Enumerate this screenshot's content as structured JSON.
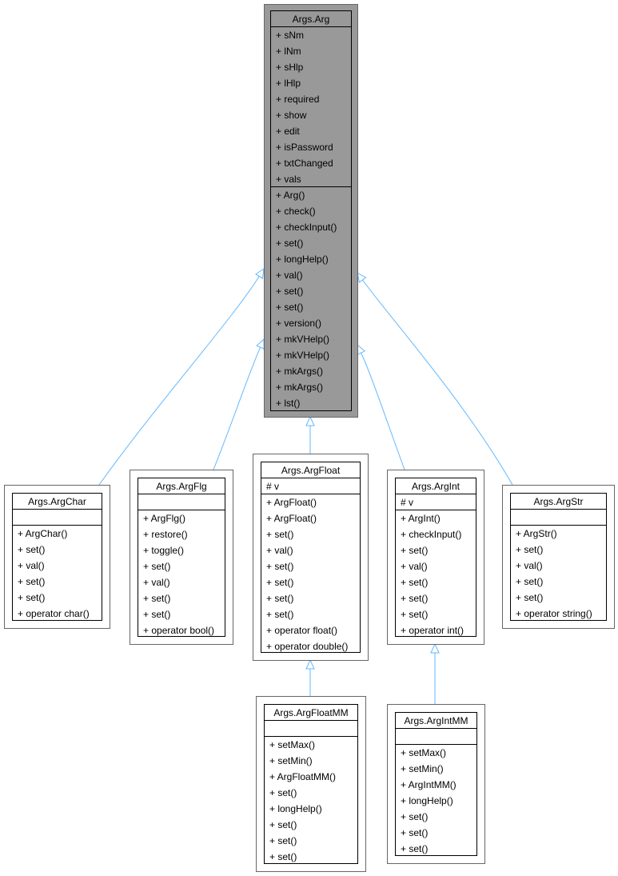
{
  "diagram": {
    "classes": [
      {
        "id": "arg",
        "title": "Args.Arg",
        "highlight": true,
        "attributes": [
          "+ sNm",
          "+ lNm",
          "+ sHlp",
          "+ lHlp",
          "+ required",
          "+ show",
          "+ edit",
          "+ isPassword",
          "+ txtChanged",
          "+ vals"
        ],
        "methods": [
          "+ Arg()",
          "+ check()",
          "+ checkInput()",
          "+ set()",
          "+ longHelp()",
          "+ val()",
          "+ set()",
          "+ set()",
          "+ version()",
          "+ mkVHelp()",
          "+ mkVHelp()",
          "+ mkArgs()",
          "+ mkArgs()",
          "+ lst()"
        ]
      },
      {
        "id": "argchar",
        "title": "Args.ArgChar",
        "attributes": [],
        "methods": [
          "+ ArgChar()",
          "+ set()",
          "+ val()",
          "+ set()",
          "+ set()",
          "+ operator char()"
        ]
      },
      {
        "id": "argflg",
        "title": "Args.ArgFlg",
        "attributes": [],
        "methods": [
          "+ ArgFlg()",
          "+ restore()",
          "+ toggle()",
          "+ set()",
          "+ val()",
          "+ set()",
          "+ set()",
          "+ operator bool()"
        ]
      },
      {
        "id": "argfloat",
        "title": "Args.ArgFloat",
        "attributes": [
          "# v"
        ],
        "methods": [
          "+ ArgFloat()",
          "+ ArgFloat()",
          "+ set()",
          "+ val()",
          "+ set()",
          "+ set()",
          "+ set()",
          "+ set()",
          "+ operator float()",
          "+ operator double()"
        ]
      },
      {
        "id": "argint",
        "title": "Args.ArgInt",
        "attributes": [
          "# v"
        ],
        "methods": [
          "+ ArgInt()",
          "+ checkInput()",
          "+ set()",
          "+ val()",
          "+ set()",
          "+ set()",
          "+ set()",
          "+ operator int()"
        ]
      },
      {
        "id": "argstr",
        "title": "Args.ArgStr",
        "attributes": [],
        "methods": [
          "+ ArgStr()",
          "+ set()",
          "+ val()",
          "+ set()",
          "+ set()",
          "+ operator string()"
        ]
      },
      {
        "id": "argfloatmm",
        "title": "Args.ArgFloatMM",
        "attributes": [],
        "methods": [
          "+  setMax()",
          "+  setMin()",
          "+  ArgFloatMM()",
          "+  set()",
          "+  longHelp()",
          "+  set()",
          "+  set()",
          "+  set()"
        ]
      },
      {
        "id": "argintmm",
        "title": "Args.ArgIntMM",
        "attributes": [],
        "methods": [
          "+  setMax()",
          "+  setMin()",
          "+  ArgIntMM()",
          "+  longHelp()",
          "+  set()",
          "+  set()",
          "+  set()"
        ]
      }
    ],
    "inheritance": [
      {
        "child": "argchar",
        "parent": "arg"
      },
      {
        "child": "argflg",
        "parent": "arg"
      },
      {
        "child": "argfloat",
        "parent": "arg"
      },
      {
        "child": "argint",
        "parent": "arg"
      },
      {
        "child": "argstr",
        "parent": "arg"
      },
      {
        "child": "argfloatmm",
        "parent": "argfloat"
      },
      {
        "child": "argintmm",
        "parent": "argint"
      }
    ],
    "colors": {
      "highlight_fill": "#999999",
      "box_fill": "#ffffff",
      "border": "#666666",
      "inner_border": "#000000",
      "edge": "#63b8ff"
    }
  }
}
